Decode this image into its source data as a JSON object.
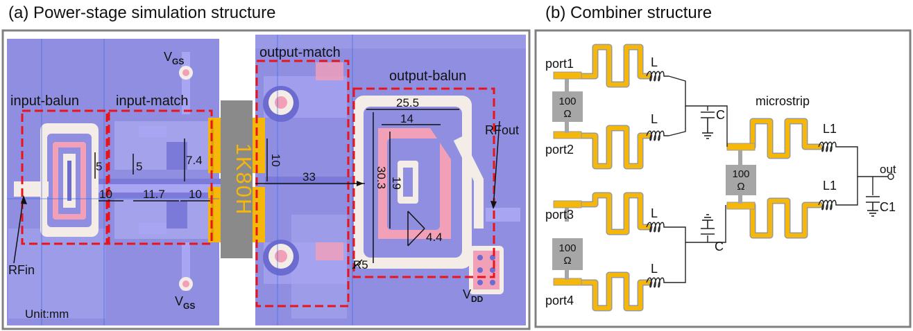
{
  "panel_a": {
    "title": "(a) Power-stage simulation structure",
    "labels": {
      "vgs_sym": "V",
      "vgs_sub": "GS",
      "vdd_sym": "V",
      "vdd_sub": "DD",
      "input_balun": "input-balun",
      "input_match": "input-match",
      "output_match": "output-match",
      "output_balun": "output-balun",
      "chip": "1K80H",
      "rfin": "RFin",
      "rfout": "RFout",
      "unit": "Unit:mm"
    },
    "dimensions": {
      "d5a": "5",
      "d5b": "5",
      "d7_4": "7.4",
      "d10a": "10",
      "d11_7": "11.7",
      "d10b": "10",
      "d10c": "10",
      "d33": "33",
      "d25_5": "25.5",
      "d14": "14",
      "d30_3": "30.3",
      "d19": "19",
      "d4_4": "4.4",
      "r5": "R5"
    }
  },
  "panel_b": {
    "title": "(b) Combiner structure",
    "labels": {
      "port1": "port1",
      "port2": "port2",
      "port3": "port3",
      "port4": "port4",
      "res_top": "100",
      "res_mid": "100",
      "res_bot": "100",
      "ohm": "Ω",
      "L": "L",
      "L1": "L1",
      "C": "C",
      "C1": "C1",
      "microstrip": "microstrip",
      "out": "out"
    }
  },
  "colors": {
    "substrate": "#8f8ee0",
    "frame": "#808080",
    "balun_metal": "#f4ece6",
    "pink": "#f29fb8",
    "box": "#e8141c",
    "chip": "#8a8a8a",
    "gold": "#f5b80a",
    "resistor": "#a6a6a6"
  }
}
